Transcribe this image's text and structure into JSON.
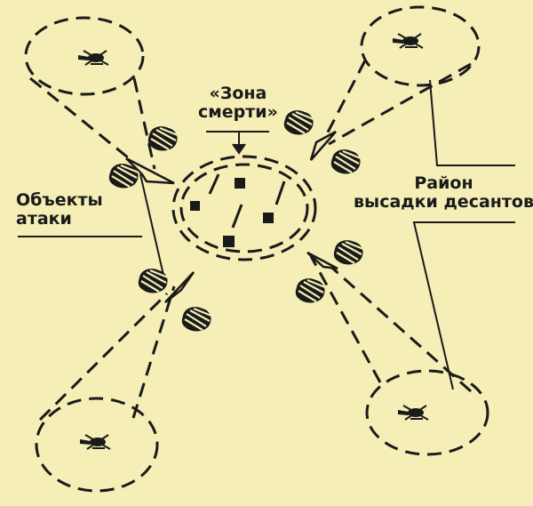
{
  "labels": {
    "death_zone": [
      "«Зона",
      "смерти»"
    ],
    "attack_targets": [
      "Объекты",
      "атаки"
    ],
    "landing_area": [
      "Район",
      "высадки десантов"
    ]
  },
  "colors": {
    "background": "#f5eeb6",
    "ink": "#1a1a1a"
  },
  "icons": {
    "aircraft": "helicopter-icon",
    "target": "target-square-icon",
    "bush": "bush-icon"
  }
}
